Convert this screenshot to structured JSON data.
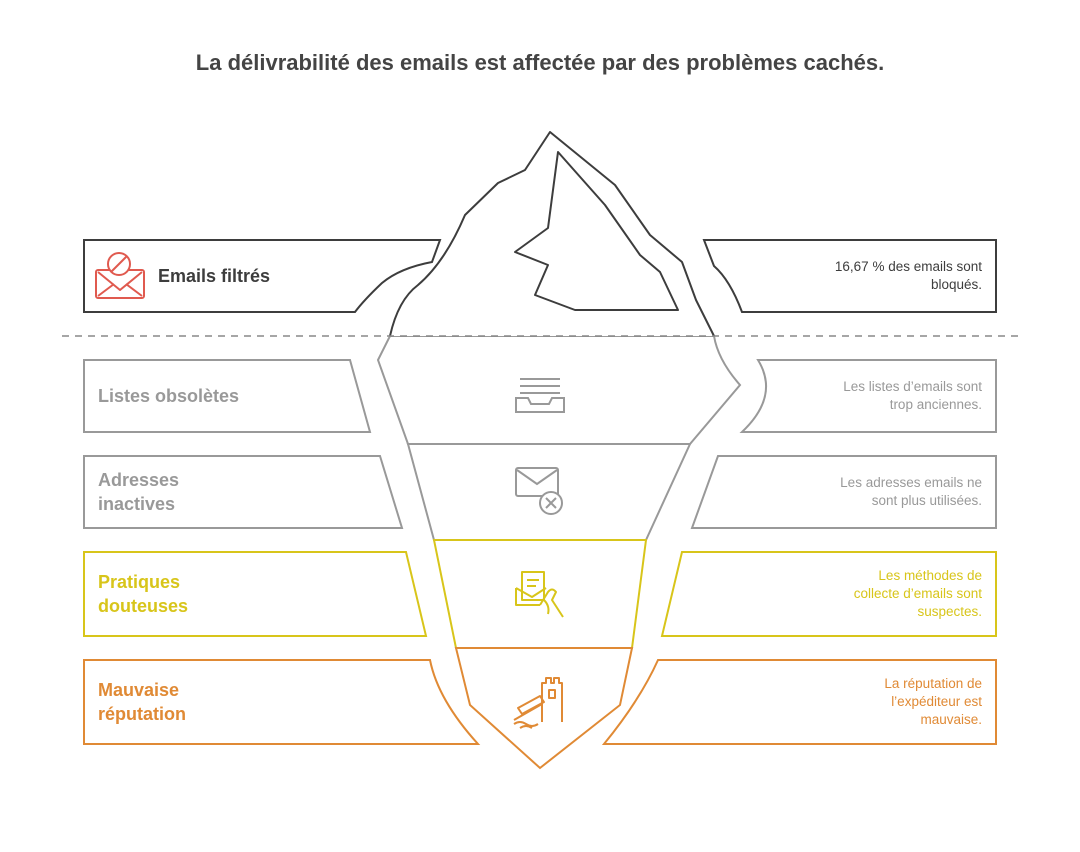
{
  "title": "La délivrabilité des emails est affectée par des problèmes cachés.",
  "colors": {
    "dark": "#3d3d3d",
    "red": "#e05a4f",
    "gray": "#999999",
    "yellow": "#d8c51a",
    "orange": "#e08a35",
    "dash": "#888888"
  },
  "layers": [
    {
      "label": "Emails filtrés",
      "description": "16,67 % des emails sont\nbloqués.",
      "icon": "blocked-email-icon"
    },
    {
      "label": "Listes obsolètes",
      "description": "Les listes d’emails sont\ntrop anciennes.",
      "icon": "inbox-tray-icon"
    },
    {
      "label": "Adresses\ninactives",
      "description": "Les adresses emails ne\nsont plus utilisées.",
      "icon": "email-cancel-icon"
    },
    {
      "label": "Pratiques\ndouteuses",
      "description": "Les méthodes de\ncollecte d’emails sont\nsuspectes.",
      "icon": "email-hand-icon"
    },
    {
      "label": "Mauvaise\nréputation",
      "description": "La réputation de\nl’expéditeur est\nmauvaise.",
      "icon": "sinking-castle-icon"
    }
  ]
}
